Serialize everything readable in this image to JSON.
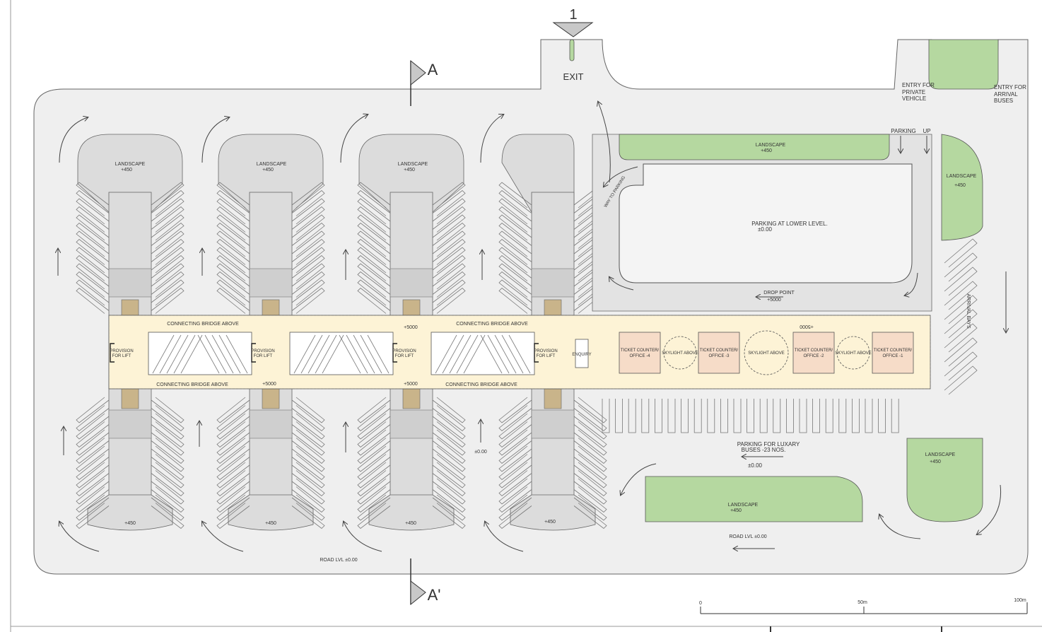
{
  "section_marks": {
    "one": "1",
    "a": "A",
    "a_prime": "A'"
  },
  "labels": {
    "exit": "EXIT",
    "entry_private": [
      "ENTRY FOR",
      "PRIVATE",
      "VEHICLE"
    ],
    "entry_buses": [
      "ENTRY FOR",
      "ARRIVAL",
      "BUSES"
    ],
    "parking": "PARKING",
    "up": "UP",
    "landscape": "LANDSCAPE",
    "landscape_level": "+450",
    "platform_level": "+450",
    "parking_lower": "PARKING AT LOWER LEVEL.",
    "parking_lower_level": "±0.00",
    "drop_point": "DROP POINT",
    "drop_point_level": "+5000",
    "way_to_parking": "WAY TO PARKING",
    "connecting_bridge": "CONNECTING BRIDGE ABOVE",
    "concourse_level": "+5000",
    "provision_lift": [
      "PROVISION",
      "FOR LIFT"
    ],
    "enquiry": "ENQUIRY",
    "ticket_counters": [
      [
        "TICKET COUNTER/",
        "OFFICE -4"
      ],
      [
        "TICKET COUNTER/",
        "OFFICE -3"
      ],
      [
        "TICKET COUNTER/",
        "OFFICE -2"
      ],
      [
        "TICKET COUNTER/",
        "OFFICE -1"
      ]
    ],
    "skylight": "SKYLIGHT ABOVE",
    "arrival_bays": "ARRIVAL BAYS",
    "luxury_parking": [
      "PARKING FOR LUXARY",
      "BUSES -23 NOS."
    ],
    "luxury_level": "±0.00",
    "road_lvl_right": "ROAD LVL ±0.00",
    "road_lvl_left": "ROAD LVL ±0.00",
    "ground_level": "±0.00"
  },
  "scale_bar": {
    "zero": "0",
    "mid": "50m",
    "end": "100m"
  },
  "colors": {
    "road": "#efefef",
    "landscape": "#b5d8a0",
    "platform": "#dcdcdc",
    "concourse": "#fdf3d6"
  }
}
